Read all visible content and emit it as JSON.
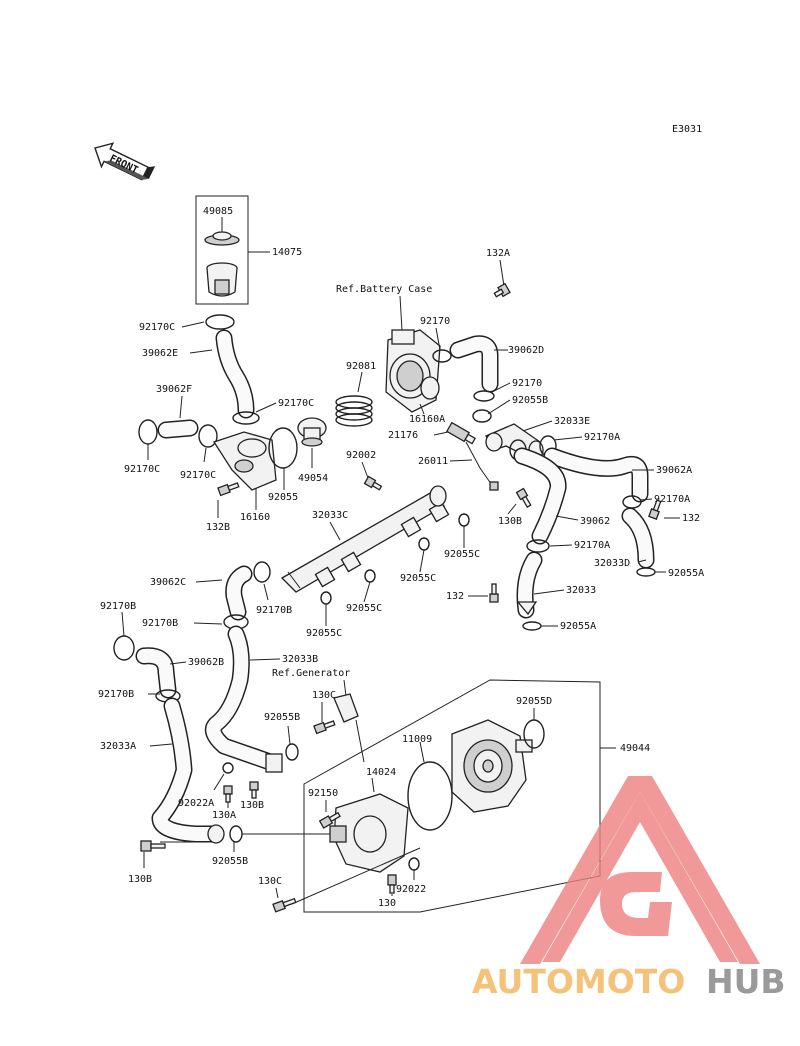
{
  "diagram_code": "E3031",
  "front_label": "FRONT",
  "refs": {
    "battery_case": "Ref.Battery Case",
    "generator": "Ref.Generator"
  },
  "labels": {
    "p49085": "49085",
    "p14075": "14075",
    "p132A": "132A",
    "p92170C_a": "92170C",
    "p39062E": "39062E",
    "p92170": "92170",
    "p39062D": "39062D",
    "p92081": "92081",
    "p92170_b": "92170",
    "p92055B_a": "92055B",
    "p39062F": "39062F",
    "p92170C_b": "92170C",
    "p16160A": "16160A",
    "p32033E": "32033E",
    "p21176": "21176",
    "p92170A_a": "92170A",
    "p92170C_c": "92170C",
    "p92170C_d": "92170C",
    "p49054": "49054",
    "p92002": "92002",
    "p26011": "26011",
    "p39062A": "39062A",
    "p92055": "92055",
    "p132B_a": "132B",
    "p16160": "16160",
    "p32033C": "32033C",
    "p130B_a": "130B",
    "p39062": "39062",
    "p92170A_b": "92170A",
    "p132": "132",
    "p92055C_a": "92055C",
    "p92170A_c": "92170A",
    "p32033D": "32033D",
    "p92055A_a": "92055A",
    "p39062C": "39062C",
    "p92055C_b": "92055C",
    "p132_b": "132",
    "p32033": "32033",
    "p92170B_a": "92170B",
    "p92170B_b": "92170B",
    "p92170B_c": "92170B",
    "p92055C_c": "92055C",
    "p92055C_d": "92055C",
    "p92055A_b": "92055A",
    "p32033B": "32033B",
    "p39062B": "39062B",
    "p92170B_d": "92170B",
    "p130C_a": "130C",
    "p92055D": "92055D",
    "p92055B_b": "92055B",
    "p11009": "11009",
    "p49044": "49044",
    "p32033A": "32033A",
    "p14024": "14024",
    "p92150": "92150",
    "p92022A": "92022A",
    "p130A": "130A",
    "p130B_b": "130B",
    "p130B_c": "130B",
    "p92055B_c": "92055B",
    "p130C_b": "130C",
    "p92022": "92022",
    "p130": "130"
  },
  "watermark": {
    "text_a": "AUTOMOTO",
    "text_b": "HUB",
    "color_a": "#f5c27a",
    "color_b": "#9a9a9a",
    "logo_color": "#ee8080"
  }
}
